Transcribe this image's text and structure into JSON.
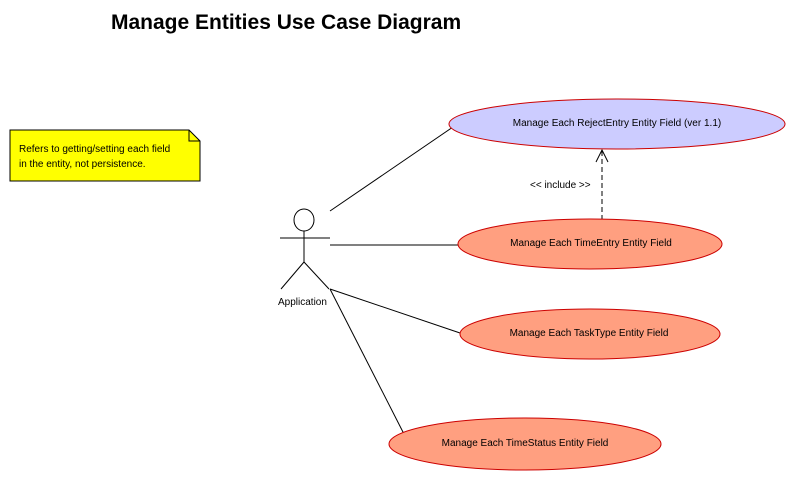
{
  "diagram": {
    "title": "Manage Entities Use Case Diagram",
    "note": {
      "line1": "Refers to getting/setting each field",
      "line2": "in the entity, not persistence."
    },
    "actor": {
      "label": "Application"
    },
    "include_label": "<< include >>",
    "use_cases": {
      "reject_entry": "Manage Each RejectEntry Entity Field (ver 1.1)",
      "time_entry": "Manage Each TimeEntry Entity Field",
      "task_type": "Manage Each TaskType Entity Field",
      "time_status": "Manage Each TimeStatus Entity Field"
    },
    "colors": {
      "note_fill": "#ffff00",
      "reject_entry_fill": "#ccccff",
      "use_case_fill": "#ff9f80",
      "use_case_border": "#cc0000"
    }
  }
}
